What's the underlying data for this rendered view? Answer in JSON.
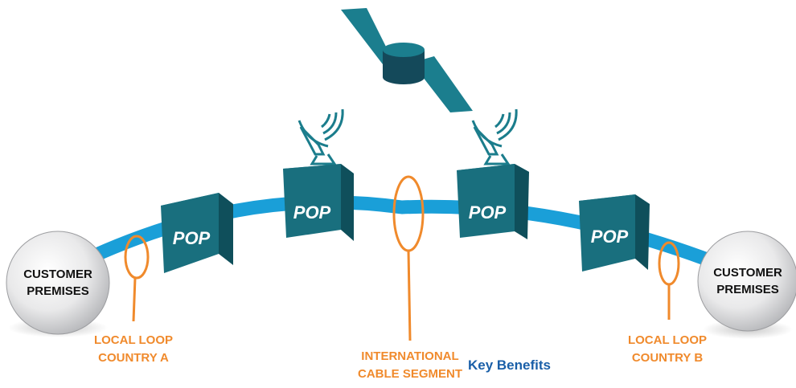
{
  "colors": {
    "cable": "#1a9fd8",
    "pop_front": "#196f7e",
    "pop_side": "#0f4f5b",
    "pop_top": "#2a8fa0",
    "dish": "#1b7d8c",
    "satellite_panel": "#1b7e8e",
    "satellite_body": "#14495a",
    "accent_orange": "#f08a2c",
    "key_benefits": "#1a5fa8",
    "globe_text": "#111111"
  },
  "icons": [
    "satellite-icon",
    "satellite-dish-icon",
    "globe-icon"
  ],
  "diagram": {
    "customers": [
      {
        "line1": "CUSTOMER",
        "line2": "PREMISES"
      },
      {
        "line1": "CUSTOMER",
        "line2": "PREMISES"
      }
    ],
    "pops": [
      "POP",
      "POP",
      "POP",
      "POP"
    ],
    "callouts": [
      {
        "line1": "LOCAL LOOP",
        "line2": "COUNTRY A"
      },
      {
        "line1": "INTERNATIONAL",
        "line2": "CABLE SEGMENT"
      },
      {
        "line1": "LOCAL LOOP",
        "line2": "COUNTRY B"
      }
    ],
    "key_benefits": "Key Benefits"
  }
}
